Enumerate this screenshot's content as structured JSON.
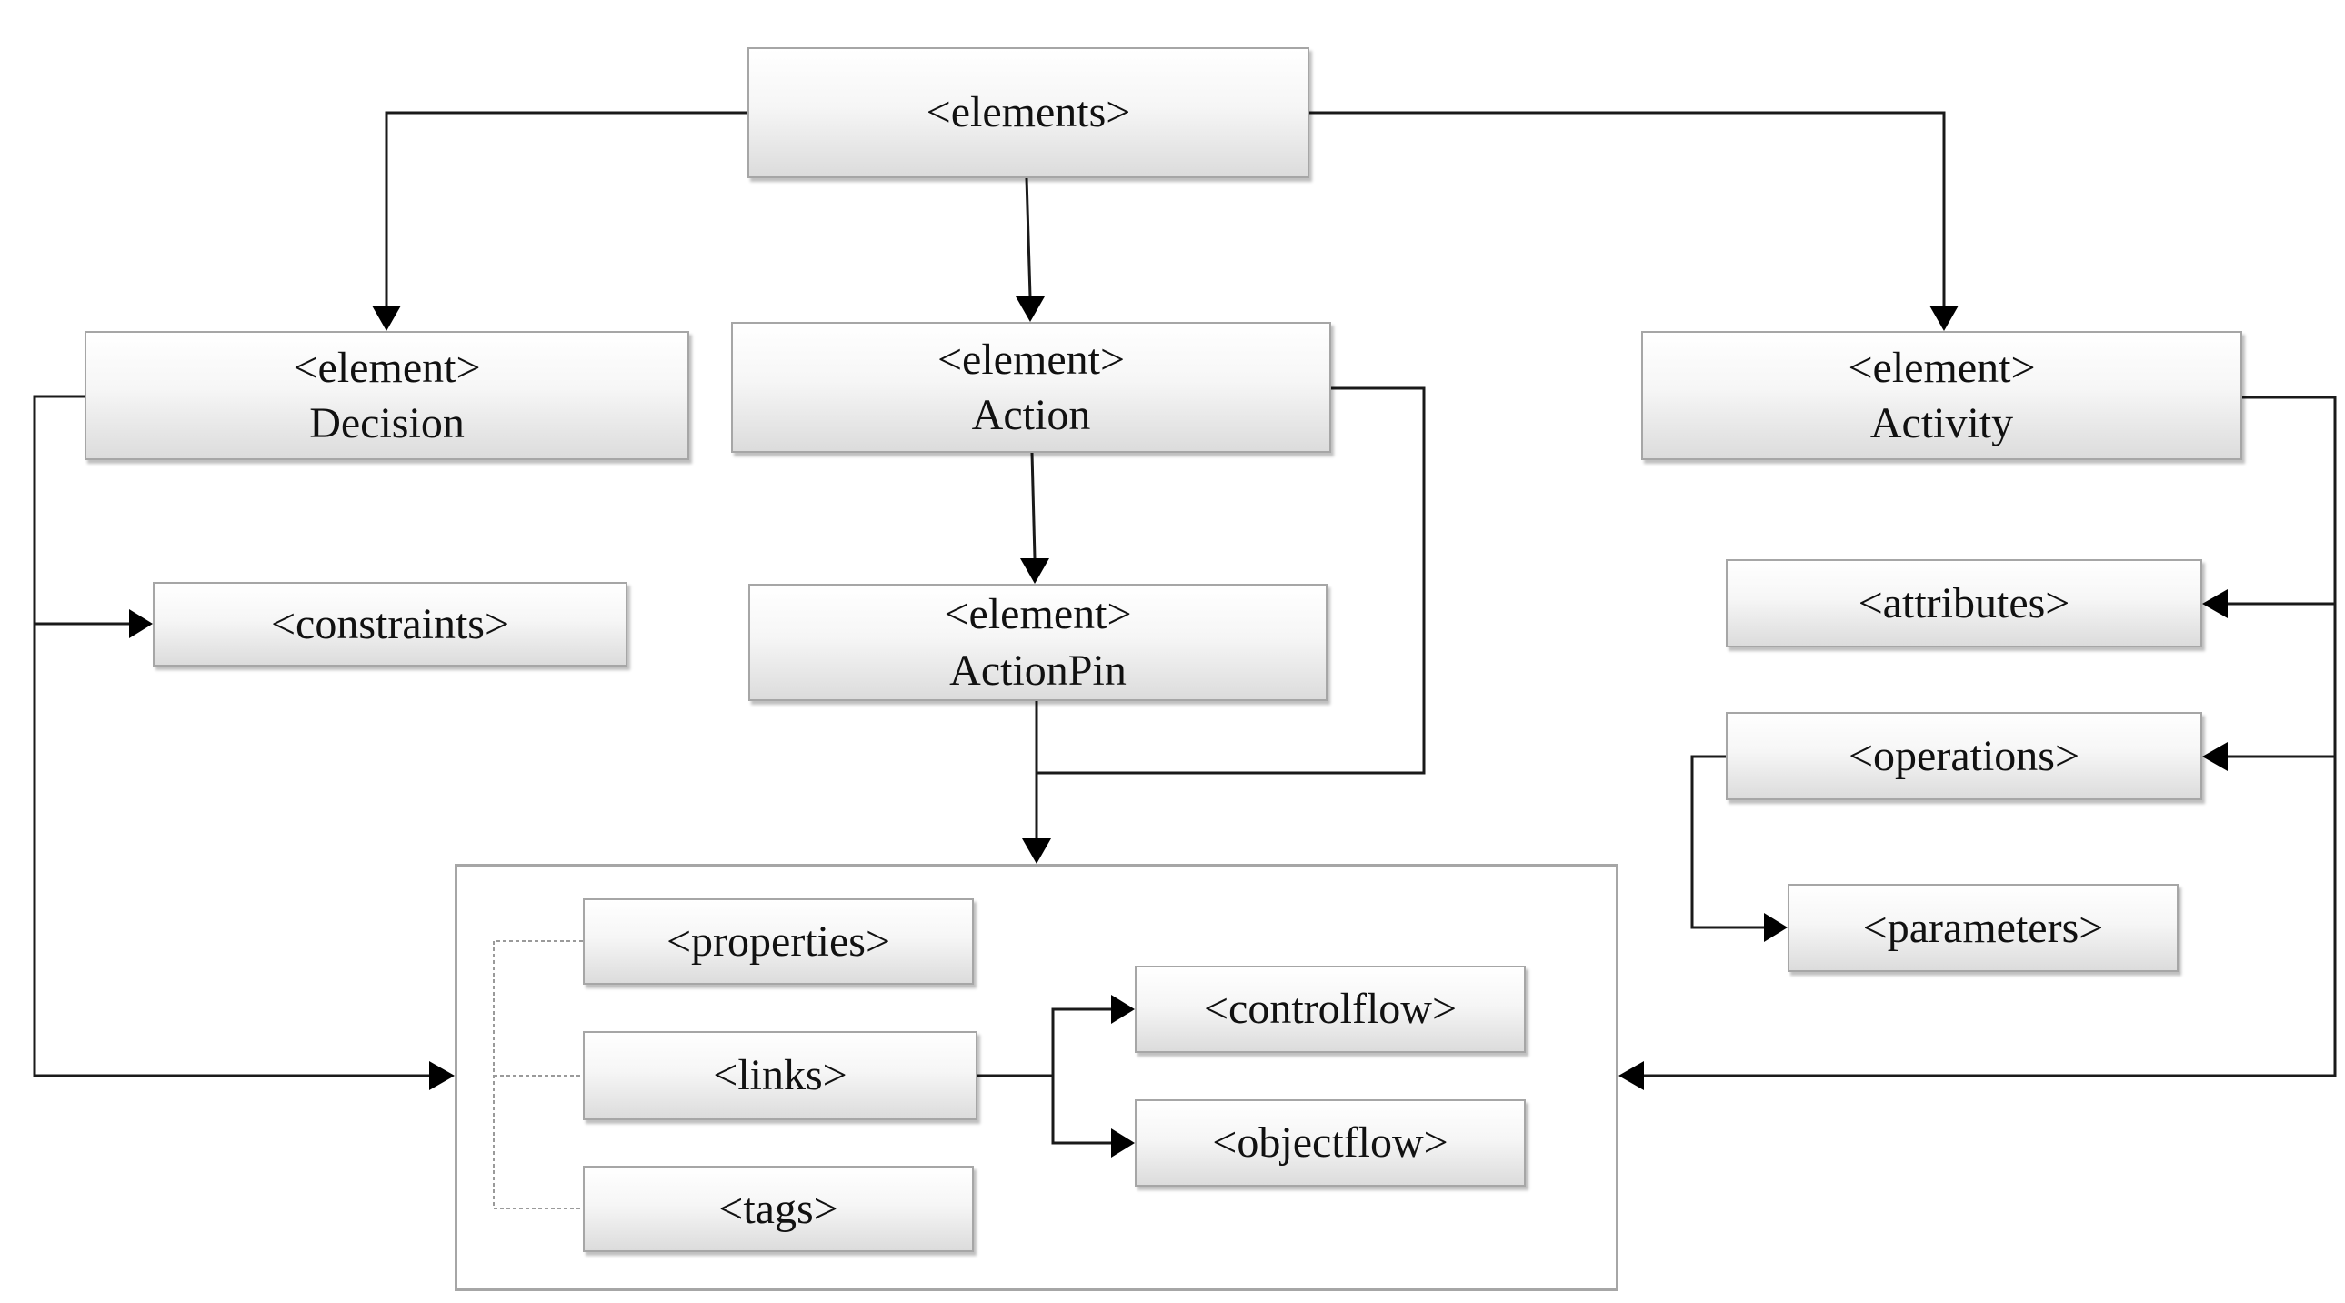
{
  "nodes": {
    "elements": {
      "line1": "<elements>"
    },
    "decision": {
      "line1": "<element>",
      "line2": "Decision"
    },
    "action": {
      "line1": "<element>",
      "line2": "Action"
    },
    "activity": {
      "line1": "<element>",
      "line2": "Activity"
    },
    "constraints": {
      "line1": "<constraints>"
    },
    "actionpin": {
      "line1": "<element>",
      "line2": "ActionPin"
    },
    "attributes": {
      "line1": "<attributes>"
    },
    "operations": {
      "line1": "<operations>"
    },
    "parameters": {
      "line1": "<parameters>"
    },
    "properties": {
      "line1": "<properties>"
    },
    "links": {
      "line1": "<links>"
    },
    "tags": {
      "line1": "<tags>"
    },
    "controlflow": {
      "line1": "<controlflow>"
    },
    "objectflow": {
      "line1": "<objectflow>"
    }
  },
  "edges": [
    {
      "from": "elements",
      "to": "decision"
    },
    {
      "from": "elements",
      "to": "action"
    },
    {
      "from": "elements",
      "to": "activity"
    },
    {
      "from": "decision",
      "to": "constraints"
    },
    {
      "from": "decision",
      "to": "common-group"
    },
    {
      "from": "action",
      "to": "actionpin"
    },
    {
      "from": "actionpin",
      "to": "common-group"
    },
    {
      "from": "action",
      "to": "common-group"
    },
    {
      "from": "activity",
      "to": "attributes"
    },
    {
      "from": "activity",
      "to": "operations"
    },
    {
      "from": "activity",
      "to": "common-group"
    },
    {
      "from": "operations",
      "to": "parameters"
    },
    {
      "from": "links",
      "to": "controlflow"
    },
    {
      "from": "links",
      "to": "objectflow"
    }
  ],
  "colors": {
    "line": "#1a1a1a",
    "dotted": "#9a9a9a",
    "box_border": "#a6a6a6"
  }
}
